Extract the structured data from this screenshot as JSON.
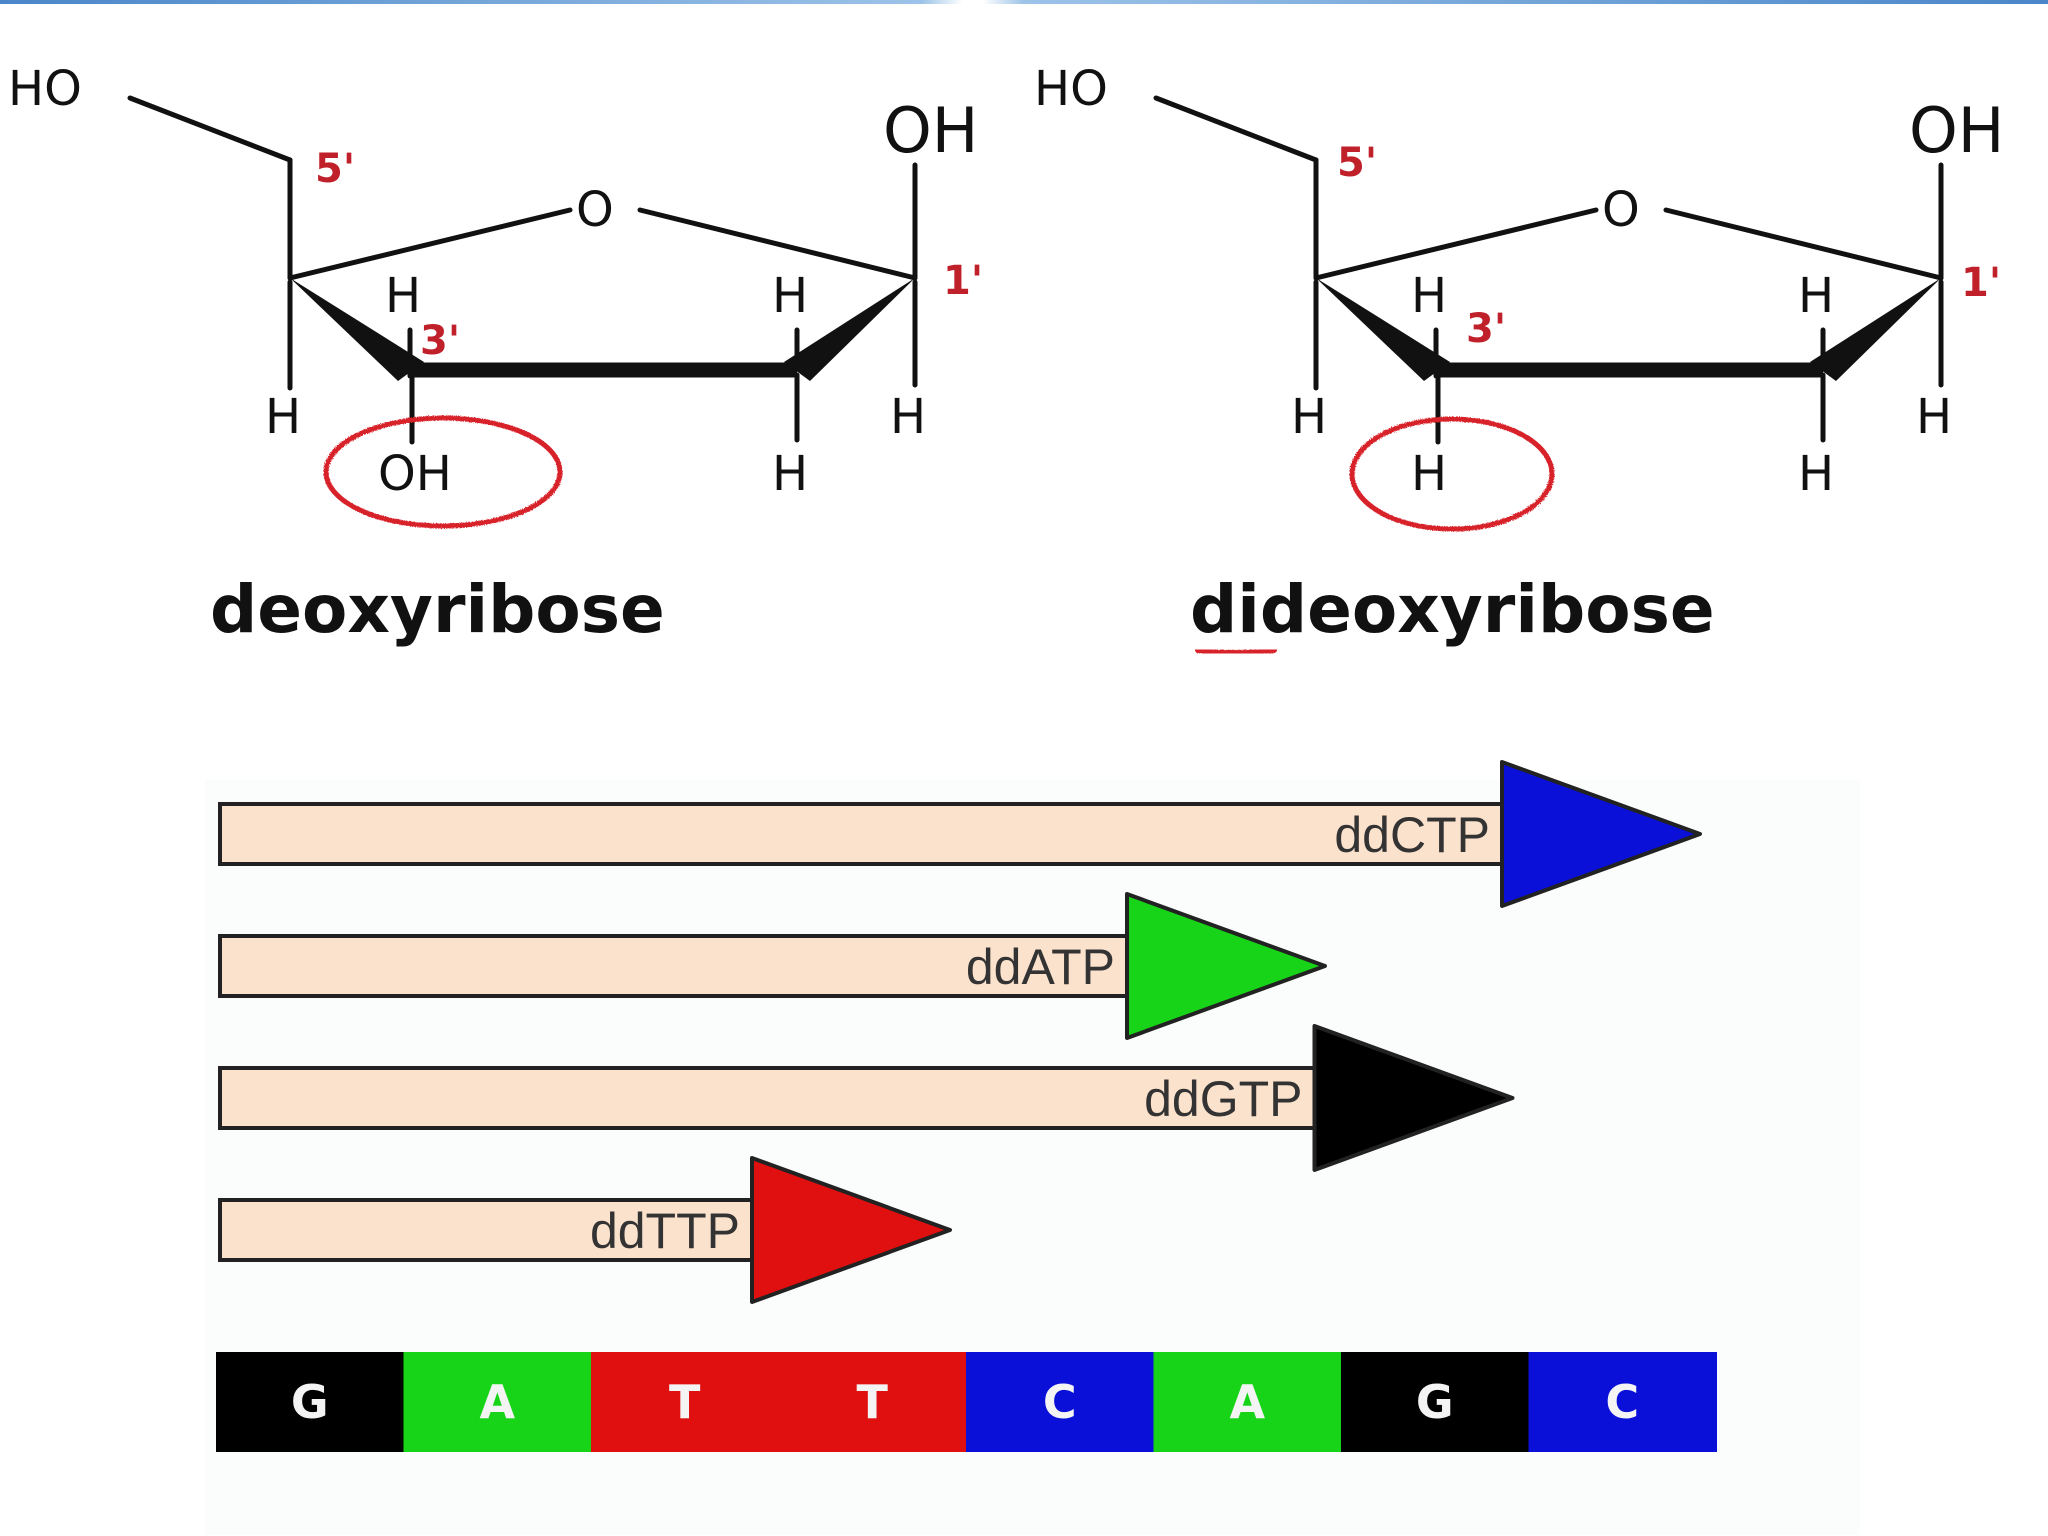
{
  "structures": [
    {
      "name": "deoxyribose",
      "atoms": {
        "ho5": "HO",
        "oh1": "OH",
        "ring_o": "O",
        "h4": "H",
        "h3top": "H",
        "h2top": "H",
        "h1": "H",
        "h3sub": "OH",
        "h2bot": "H"
      },
      "positions": {
        "p5": "5'",
        "p1": "1'",
        "p3": "3'"
      }
    },
    {
      "name": "dideoxyribose",
      "name_underlined_part": "di",
      "atoms": {
        "ho5": "HO",
        "oh1": "OH",
        "ring_o": "O",
        "h4": "H",
        "h3top": "H",
        "h2top": "H",
        "h1": "H",
        "h3sub": "H",
        "h2bot": "H"
      },
      "positions": {
        "p5": "5'",
        "p1": "1'",
        "p3": "3'"
      }
    }
  ],
  "fragments": [
    {
      "label": "ddCTP",
      "color": "#0a10d8",
      "length": 8
    },
    {
      "label": "ddATP",
      "color": "#18d418",
      "length": 6
    },
    {
      "label": "ddGTP",
      "color": "#000000",
      "length": 7
    },
    {
      "label": "ddTTP",
      "color": "#e01010",
      "length": 4
    }
  ],
  "sequence": [
    {
      "base": "G",
      "color": "#000000"
    },
    {
      "base": "A",
      "color": "#18d418"
    },
    {
      "base": "T",
      "color": "#e01010"
    },
    {
      "base": "T",
      "color": "#e01010"
    },
    {
      "base": "C",
      "color": "#0a10d8"
    },
    {
      "base": "A",
      "color": "#18d418"
    },
    {
      "base": "G",
      "color": "#000000"
    },
    {
      "base": "C",
      "color": "#0a10d8"
    }
  ],
  "colors": {
    "fragment_fill": "#fbe2cc",
    "highlight": "#d8202a"
  }
}
